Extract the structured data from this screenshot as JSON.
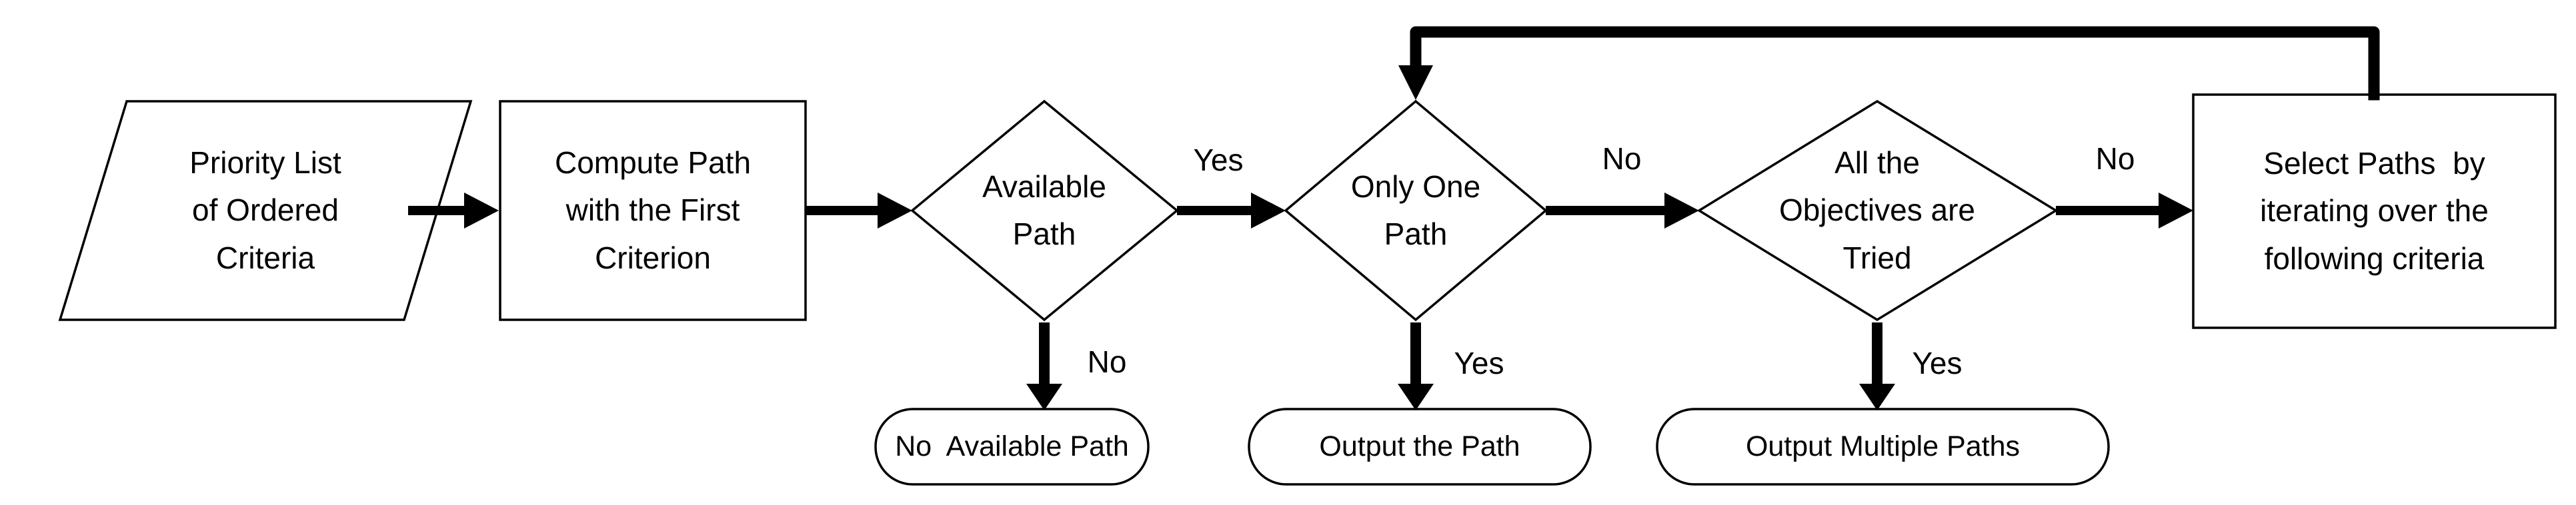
{
  "flowchart": {
    "colors": {
      "background": "#ffffff",
      "shape_fill": "#ffffff",
      "stroke": "#000000",
      "text": "#000000"
    },
    "nodes": [
      {
        "id": "priority-list",
        "shape": "parallelogram",
        "label": "Priority List\nof Ordered\nCriteria"
      },
      {
        "id": "compute-path",
        "shape": "rectangle",
        "label": "Compute Path\nwith the First\nCriterion"
      },
      {
        "id": "available-path",
        "shape": "diamond",
        "label": "Available\nPath"
      },
      {
        "id": "no-available-path",
        "shape": "stadium",
        "label": "No  Available Path"
      },
      {
        "id": "only-one-path",
        "shape": "diamond",
        "label": "Only One\nPath"
      },
      {
        "id": "output-the-path",
        "shape": "stadium",
        "label": "Output the Path"
      },
      {
        "id": "all-objectives-tried",
        "shape": "diamond",
        "label": "All the\nObjectives are\nTried"
      },
      {
        "id": "output-multiple-paths",
        "shape": "stadium",
        "label": "Output Multiple Paths"
      },
      {
        "id": "select-paths",
        "shape": "rectangle",
        "label": "Select Paths  by\niterating over the\nfollowing criteria"
      }
    ],
    "edges": [
      {
        "from": "priority-list",
        "to": "compute-path",
        "label": ""
      },
      {
        "from": "compute-path",
        "to": "available-path",
        "label": ""
      },
      {
        "from": "available-path",
        "to": "only-one-path",
        "label": "Yes"
      },
      {
        "from": "available-path",
        "to": "no-available-path",
        "label": "No"
      },
      {
        "from": "only-one-path",
        "to": "all-objectives-tried",
        "label": "No"
      },
      {
        "from": "only-one-path",
        "to": "output-the-path",
        "label": "Yes"
      },
      {
        "from": "all-objectives-tried",
        "to": "select-paths",
        "label": "No"
      },
      {
        "from": "all-objectives-tried",
        "to": "output-multiple-paths",
        "label": "Yes"
      },
      {
        "from": "select-paths",
        "to": "only-one-path",
        "label": ""
      }
    ]
  }
}
